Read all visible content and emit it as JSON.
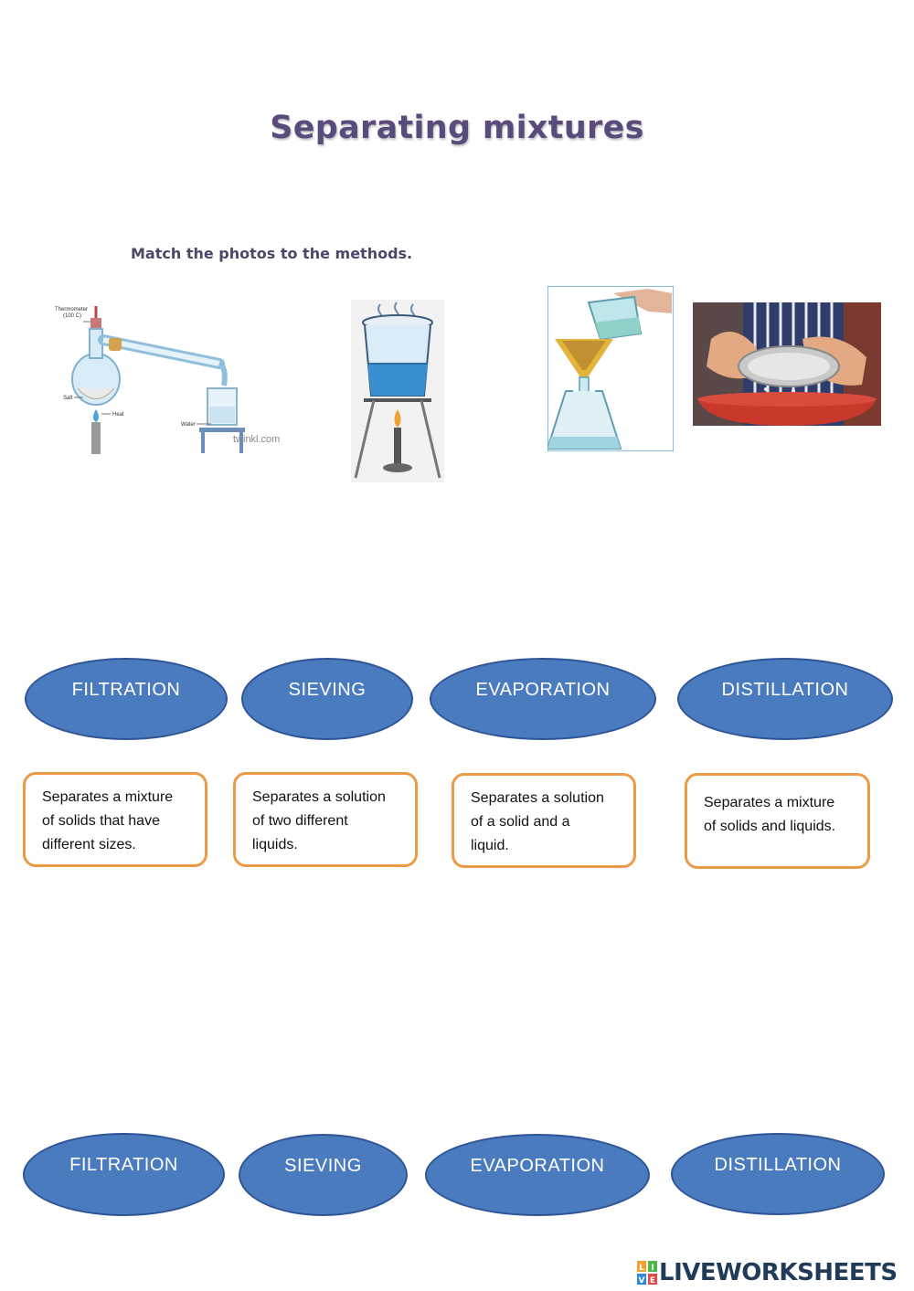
{
  "title": "Separating mixtures",
  "instruction": "Match the photos to the methods.",
  "photos": {
    "distillation": {
      "thermometer_label": "Thermometer\n(100 C)",
      "salt_label": "Salt",
      "heat_label": "Heat",
      "water_label": "Water",
      "watermark": "twinkl.com"
    }
  },
  "methods_top": [
    "FILTRATION",
    "SIEVING",
    "EVAPORATION",
    "DISTILLATION"
  ],
  "descriptions": [
    [
      "Separates a mixture",
      "of solids that have",
      "different sizes."
    ],
    [
      "Separates a solution",
      "of two different",
      "liquids."
    ],
    [
      "Separates a solution",
      "of a solid and a",
      "liquid."
    ],
    [
      "Separates a mixture",
      "of solids and liquids."
    ]
  ],
  "methods_bottom": [
    "FILTRATION",
    "SIEVING",
    "EVAPORATION",
    "DISTILLATION"
  ],
  "footer": {
    "logo_text": "LIVEWORKSHEETS",
    "logo_badge": "LIVE"
  },
  "colors": {
    "oval_fill": "#4a7bbf",
    "card_border": "#ed9a47",
    "title": "#5b4b7c"
  }
}
